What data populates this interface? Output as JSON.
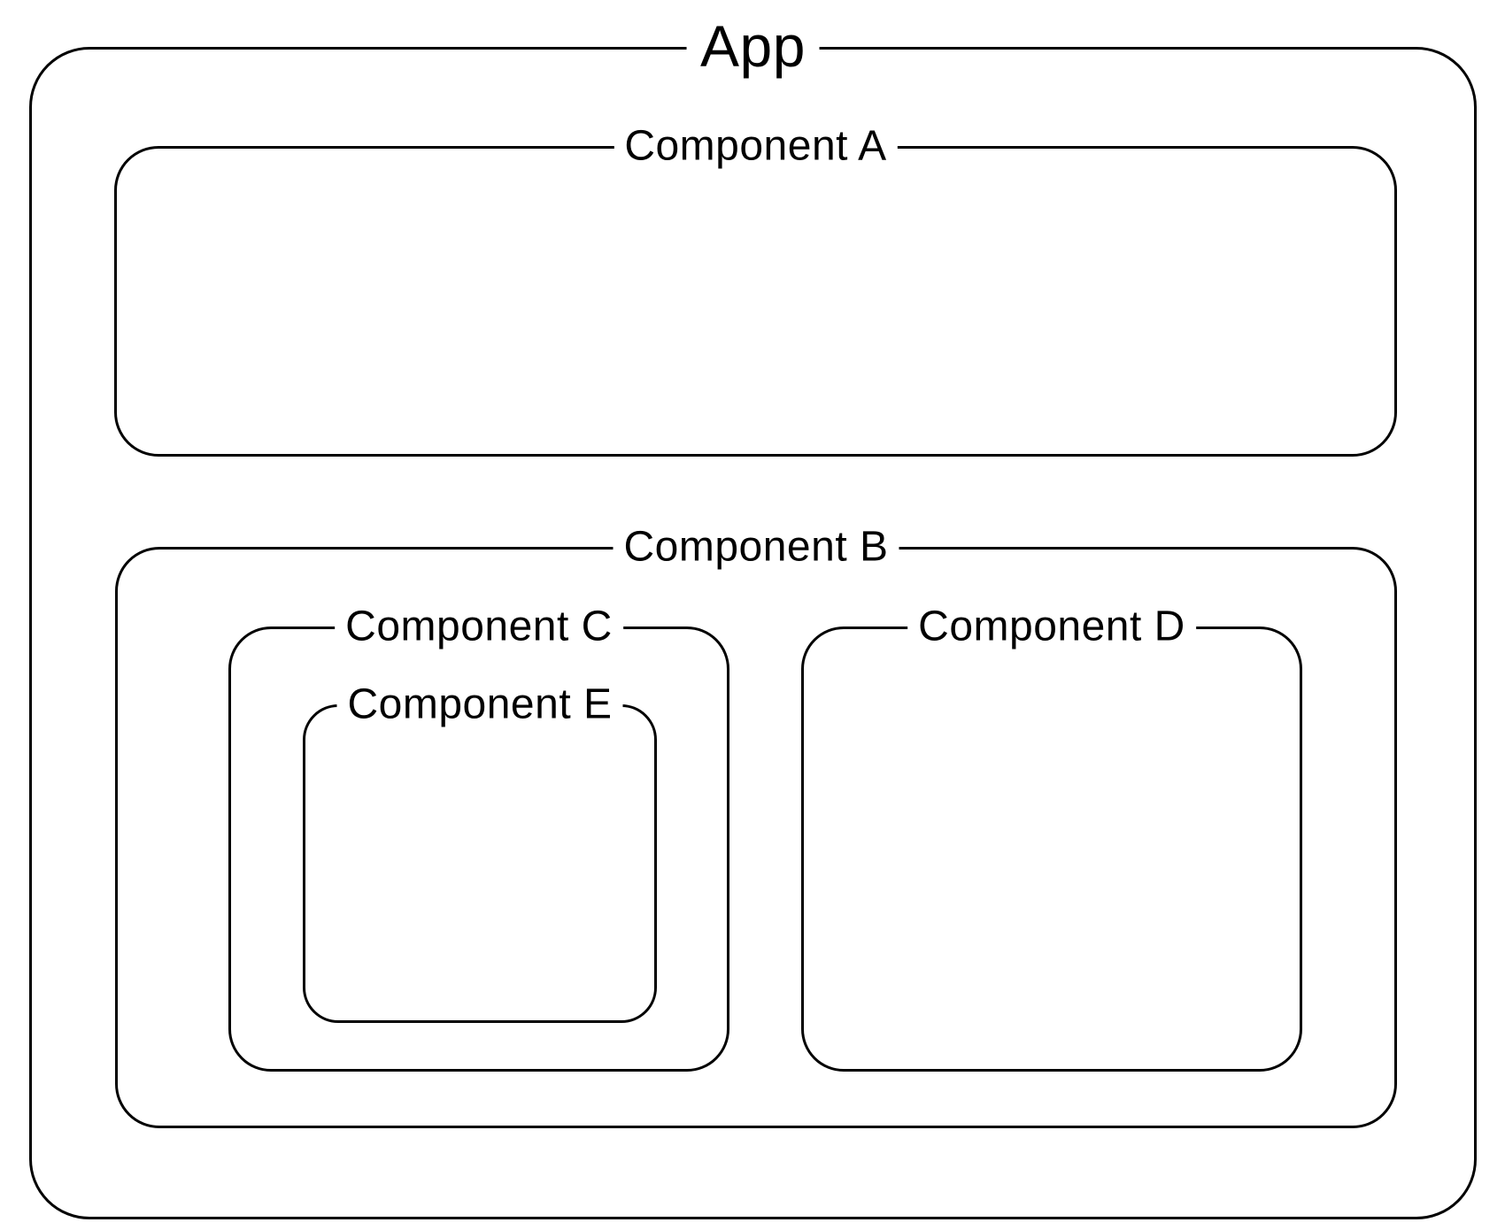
{
  "diagram": {
    "background_color": "#ffffff",
    "line_color": "#000000",
    "text_color": "#000000",
    "root": {
      "label": "App",
      "children": [
        {
          "label": "Component A",
          "children": []
        },
        {
          "label": "Component B",
          "children": [
            {
              "label": "Component C",
              "children": [
                {
                  "label": "Component E",
                  "children": []
                }
              ]
            },
            {
              "label": "Component D",
              "children": []
            }
          ]
        }
      ]
    }
  }
}
